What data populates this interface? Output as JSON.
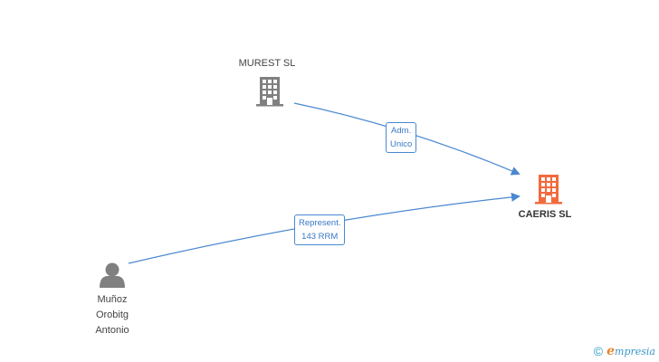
{
  "nodes": {
    "murest": {
      "label": "MUREST SL",
      "icon": "building-icon",
      "color": "#808080"
    },
    "caeris": {
      "label": "CAERIS SL",
      "icon": "building-icon",
      "color": "#f26a3d"
    },
    "person": {
      "lines": [
        "Muñoz",
        "Orobitg",
        "Antonio"
      ],
      "icon": "person-icon",
      "color": "#808080"
    }
  },
  "edges": {
    "adm": {
      "lines": [
        "Adm.",
        "Unico"
      ]
    },
    "rep": {
      "lines": [
        "Represent.",
        "143 RRM"
      ]
    }
  },
  "colors": {
    "edge": "#4a88d0"
  },
  "footer": {
    "copyright": "©",
    "brand_e": "e",
    "brand_rest": "mpresia"
  }
}
